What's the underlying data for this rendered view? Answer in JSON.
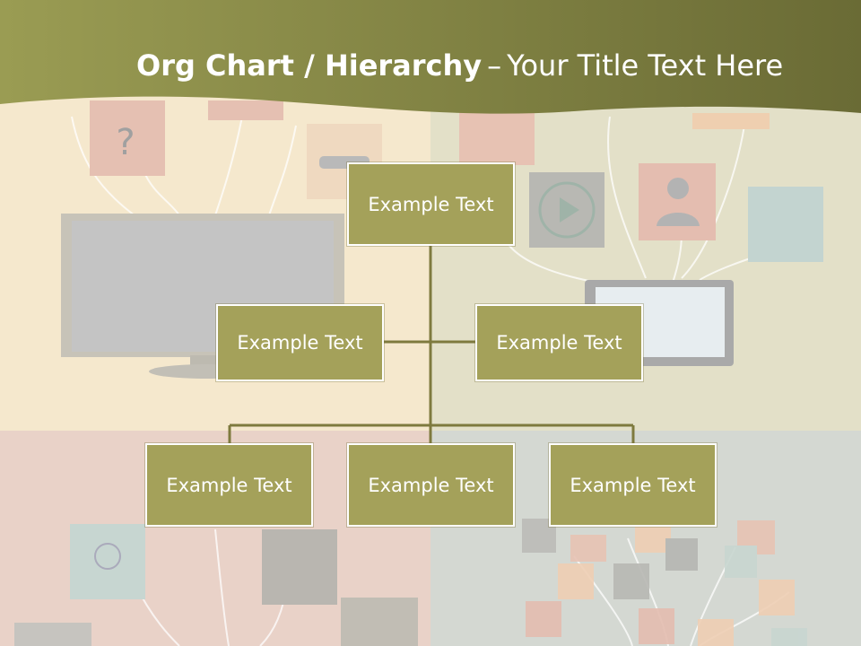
{
  "header": {
    "title_bold": "Org Chart / Hierarchy",
    "title_dash": "–",
    "title_rest": "Your Title Text Here"
  },
  "org": {
    "root": "Example Text",
    "level2": [
      "Example Text",
      "Example Text"
    ],
    "level3": [
      "Example Text",
      "Example Text",
      "Example Text"
    ]
  },
  "colors": {
    "node_fill": "#a4a15a",
    "header_band": "#8e8f4a",
    "connector": "#7e7a3e"
  }
}
